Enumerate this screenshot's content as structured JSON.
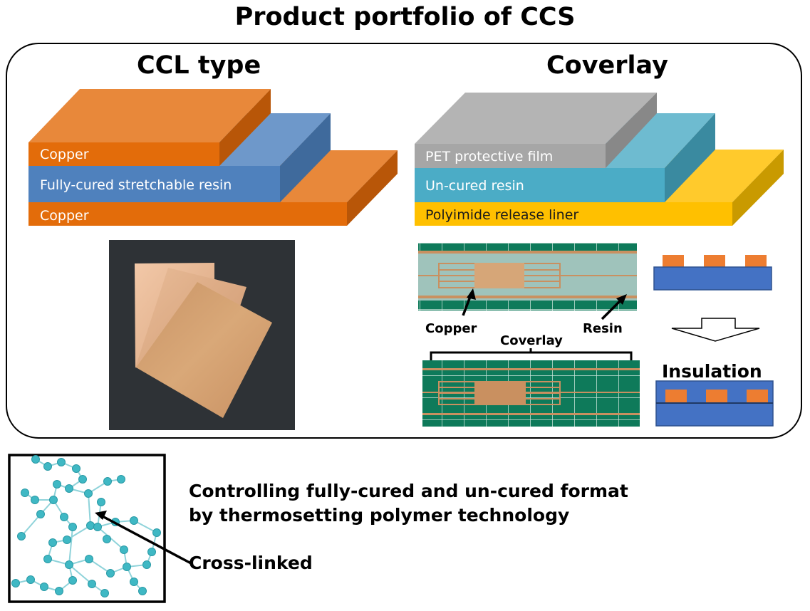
{
  "title": "Product portfolio of CCS",
  "ccl": {
    "heading": "CCL type",
    "layers": [
      {
        "label": "Copper",
        "color": "#E36C0A"
      },
      {
        "label": "Fully-cured stretchable resin",
        "color": "#4F81BD"
      },
      {
        "label": "Copper",
        "color": "#E36C0A"
      }
    ],
    "photo": "copper-clad-laminate-sheets"
  },
  "coverlay": {
    "heading": "Coverlay",
    "layers": [
      {
        "label": "PET  protective film",
        "color": "#A6A6A6"
      },
      {
        "label": "Un-cured resin",
        "color": "#4BACC6"
      },
      {
        "label": "Polyimide release liner",
        "color": "#FFC000"
      }
    ],
    "photo_labels": {
      "copper": "Copper",
      "resin": "Resin",
      "coverlay": "Coverlay"
    },
    "insulation_label": "Insulation",
    "schematic_colors": {
      "substrate": "#4472C4",
      "trace": "#ED7D31"
    }
  },
  "bottom": {
    "line1": "Controlling fully-cured and un-cured format",
    "line2": "by thermosetting polymer technology",
    "crosslinked_label": "Cross-linked",
    "molecule_color": "#3FB8C4"
  }
}
